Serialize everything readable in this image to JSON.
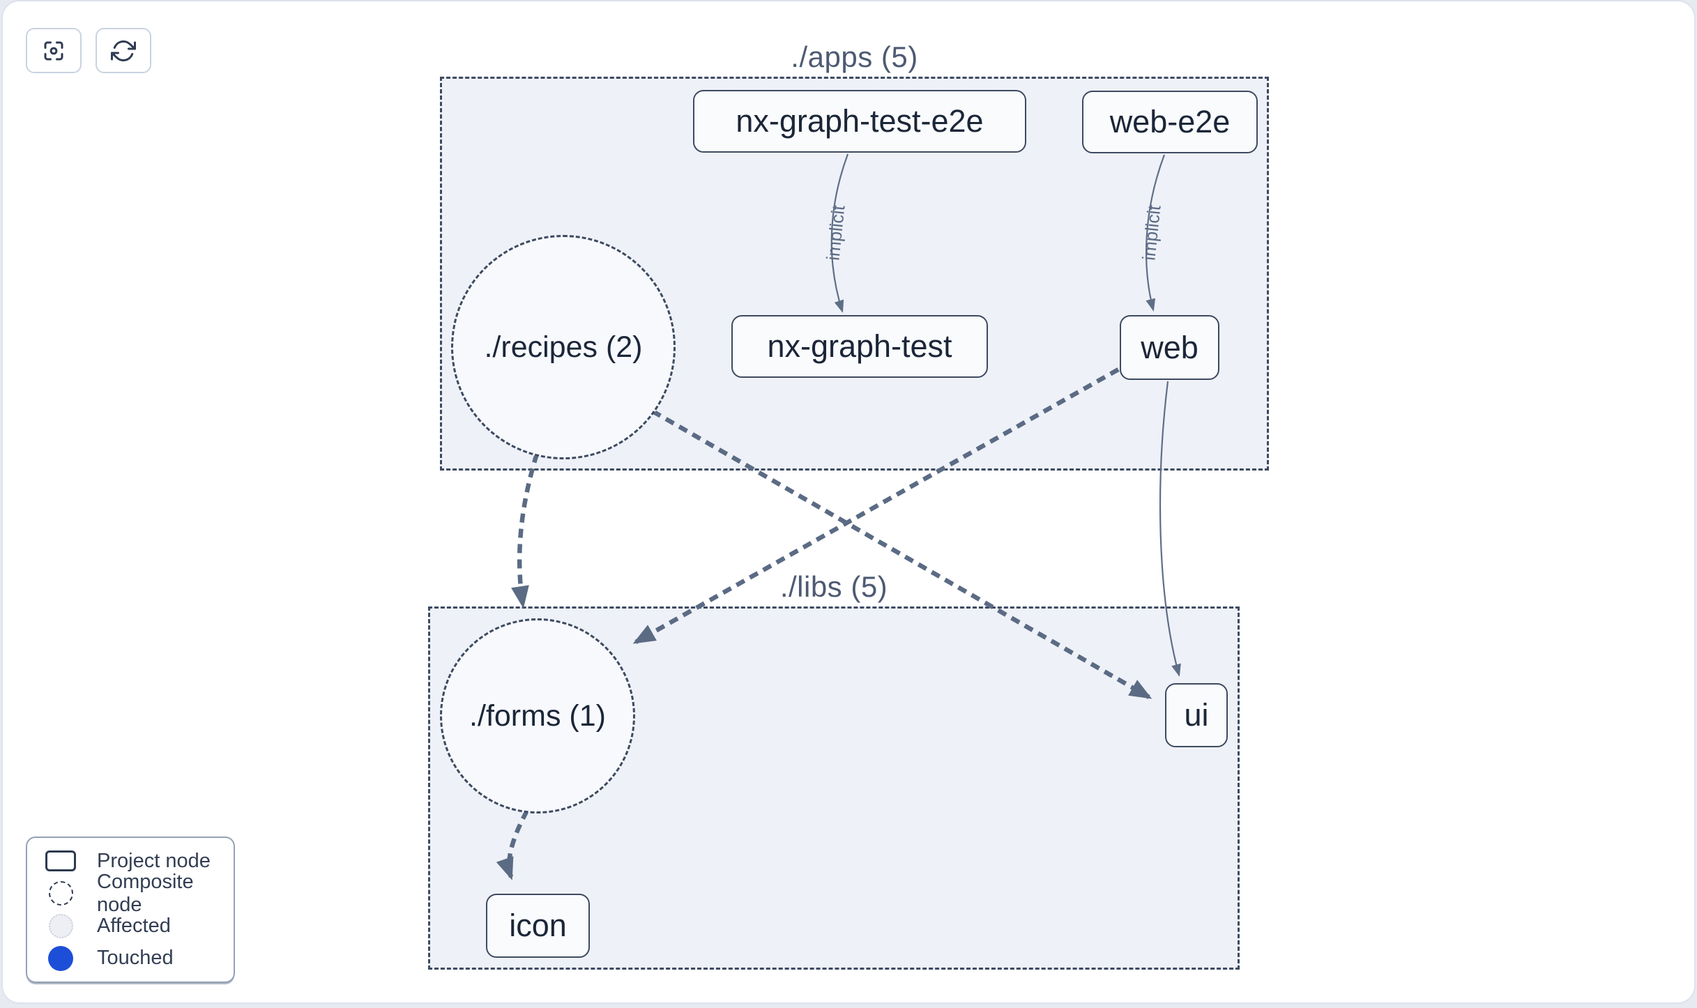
{
  "toolbar": {
    "buttons": [
      {
        "id": "focus",
        "icon": "focus-crosshair-icon"
      },
      {
        "id": "refresh",
        "icon": "refresh-sync-icon"
      }
    ]
  },
  "canvas": {
    "groups": [
      {
        "id": "apps",
        "label": "./apps (5)",
        "project_count": 5
      },
      {
        "id": "libs",
        "label": "./libs (5)",
        "project_count": 5
      }
    ],
    "composite_nodes": [
      {
        "id": "recipes",
        "label": "./recipes (2)"
      },
      {
        "id": "forms",
        "label": "./forms (1)"
      }
    ],
    "project_nodes": [
      {
        "id": "nx-graph-test-e2e",
        "label": "nx-graph-test-e2e"
      },
      {
        "id": "web-e2e",
        "label": "web-e2e"
      },
      {
        "id": "nx-graph-test",
        "label": "nx-graph-test"
      },
      {
        "id": "web",
        "label": "web"
      },
      {
        "id": "ui",
        "label": "ui"
      },
      {
        "id": "icon",
        "label": "icon"
      }
    ],
    "edges": [
      {
        "from": "nx-graph-test-e2e",
        "to": "nx-graph-test",
        "type": "implicit",
        "label": "implicit"
      },
      {
        "from": "web-e2e",
        "to": "web",
        "type": "implicit",
        "label": "implicit"
      },
      {
        "from": "./recipes",
        "to": "./forms",
        "type": "composite",
        "label": ""
      },
      {
        "from": "./recipes",
        "to": "ui",
        "type": "composite",
        "label": ""
      },
      {
        "from": "web",
        "to": "./forms",
        "type": "composite",
        "label": ""
      },
      {
        "from": "web",
        "to": "ui",
        "type": "direct",
        "label": ""
      },
      {
        "from": "./forms",
        "to": "icon",
        "type": "composite",
        "label": ""
      }
    ]
  },
  "legend": {
    "items": [
      {
        "id": "project-node",
        "label": "Project node"
      },
      {
        "id": "composite-node",
        "label": "Composite node"
      },
      {
        "id": "affected",
        "label": "Affected"
      },
      {
        "id": "touched",
        "label": "Touched"
      }
    ]
  },
  "colors": {
    "touched_blue": "#1d4ed8",
    "edge_slate": "#5b6b84",
    "node_border": "#3d4a61",
    "group_fill": "#eef1f7",
    "text_dark": "#1b2638"
  }
}
